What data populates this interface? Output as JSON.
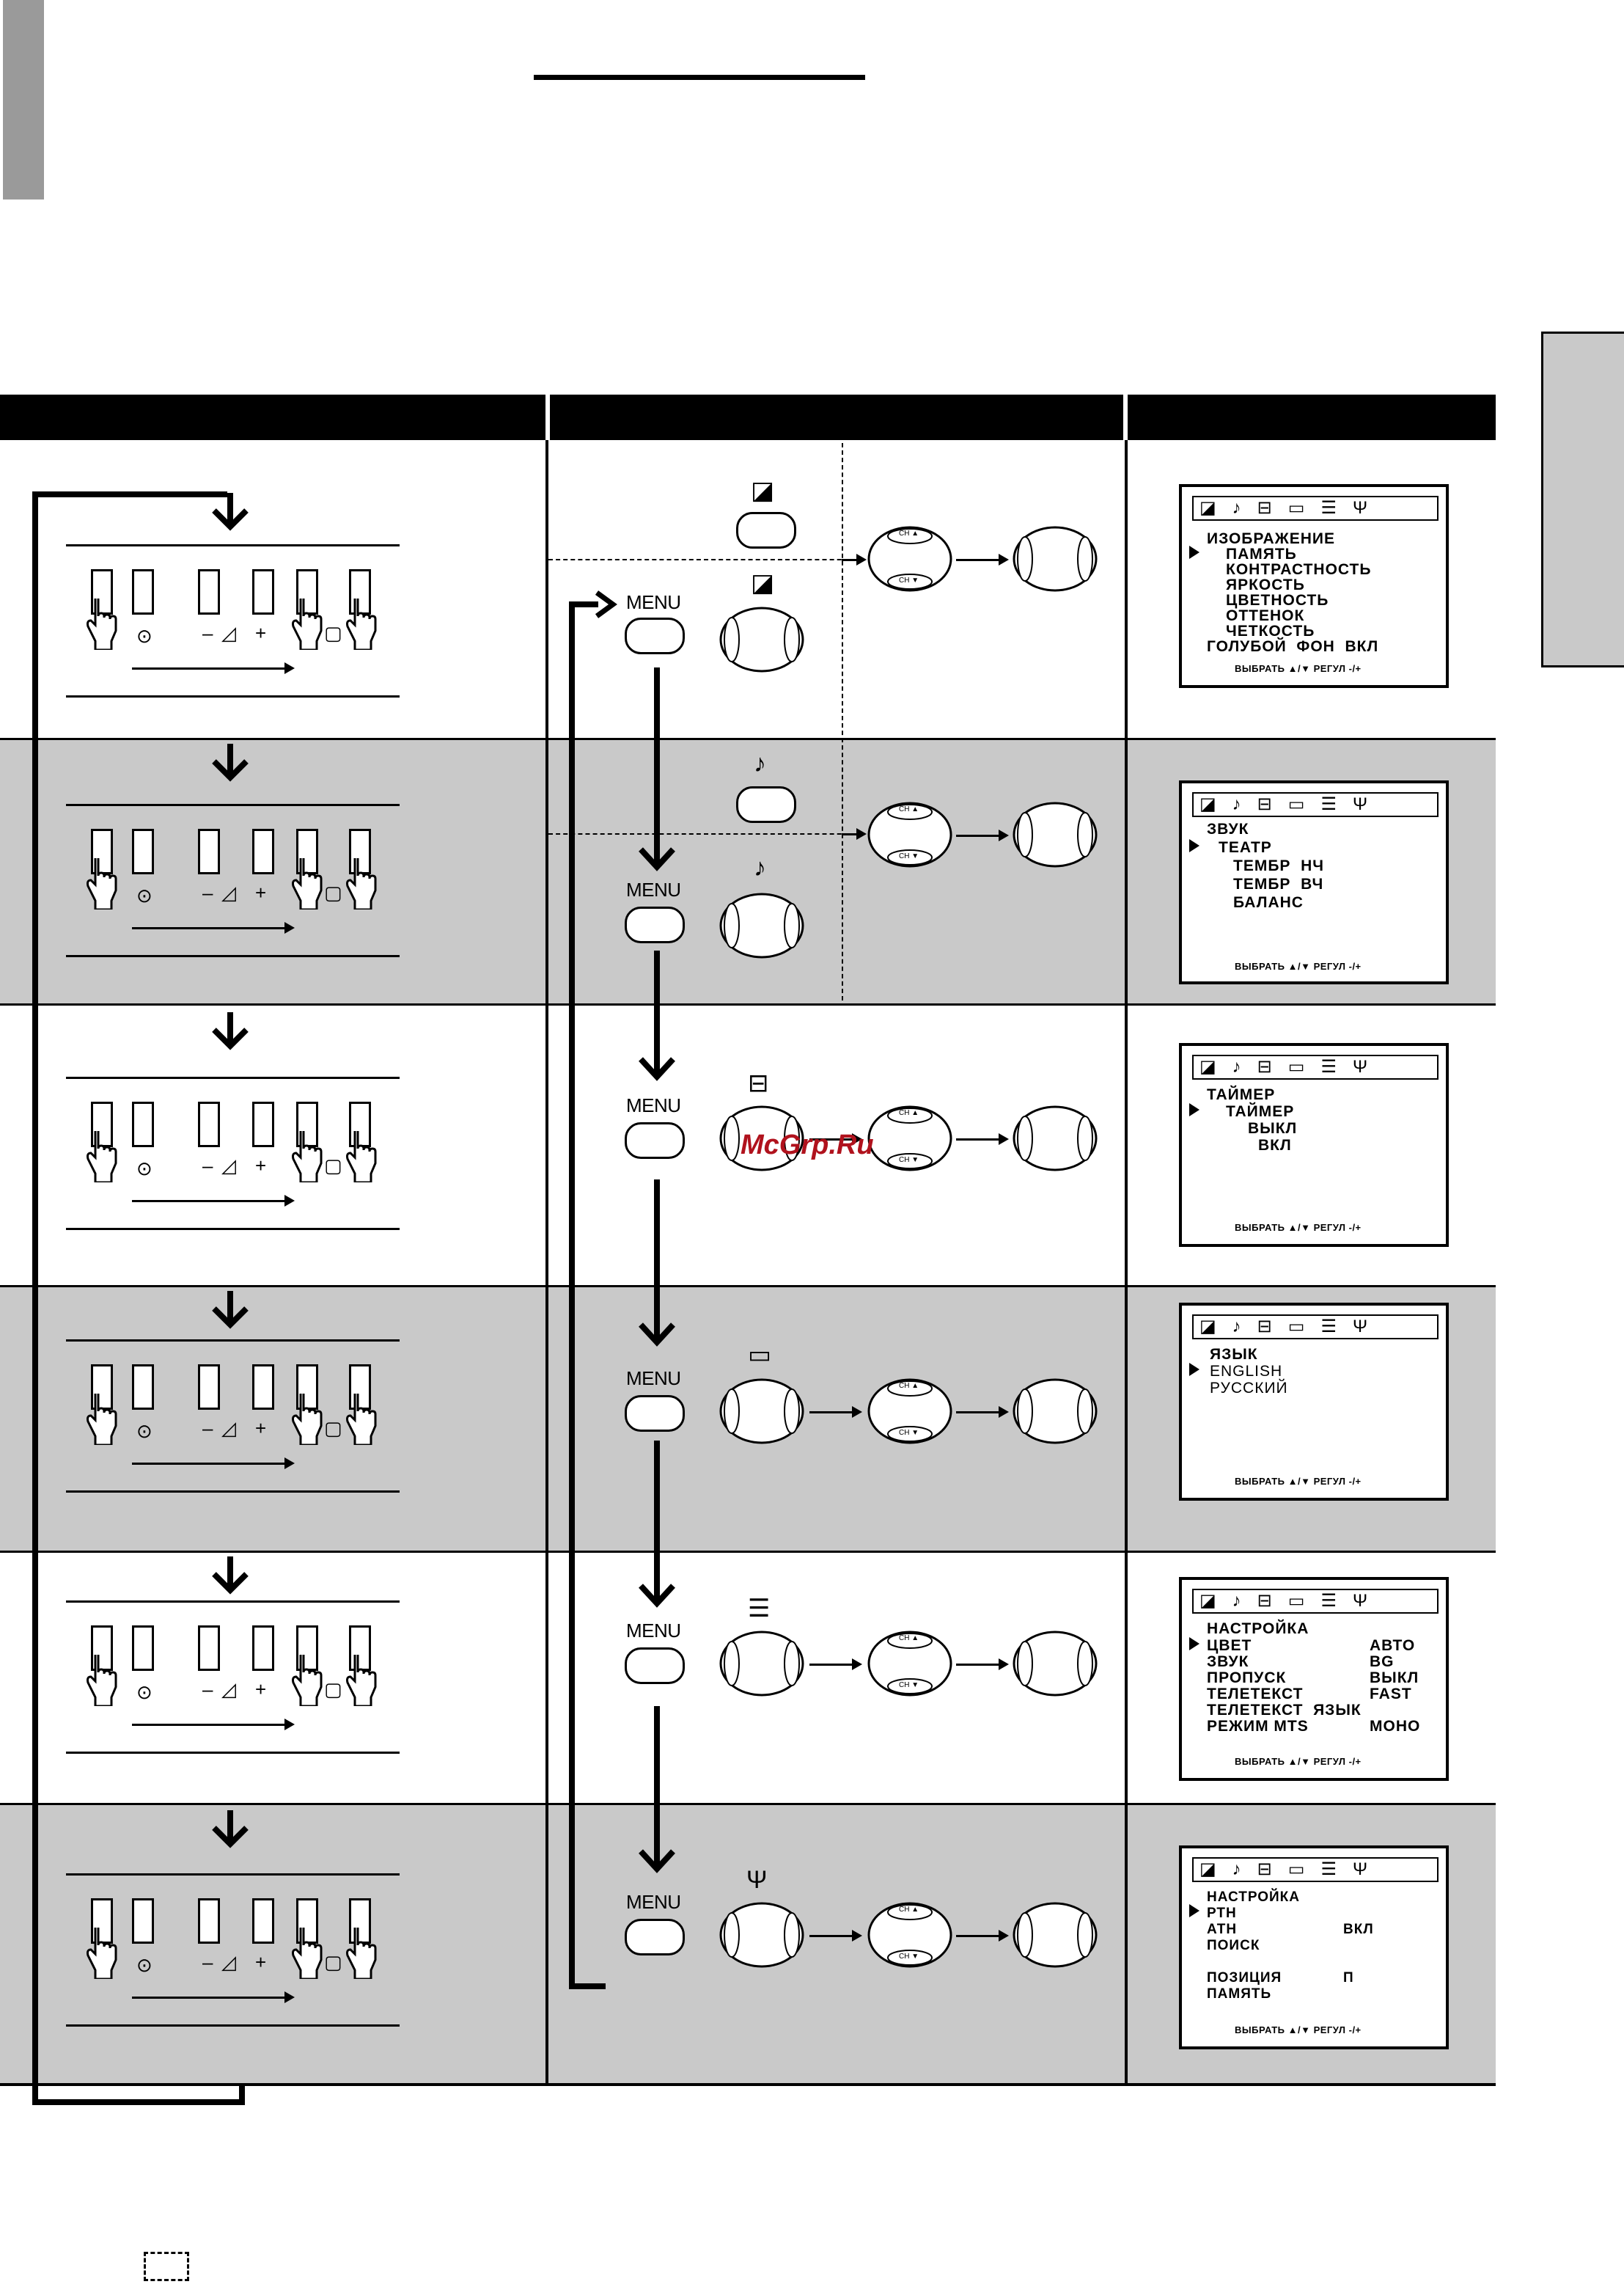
{
  "menu_label": "MENU",
  "ch_up": "CH ▲",
  "ch_down": "CH ▼",
  "panel_minus": "–",
  "panel_plus": "+",
  "osd_footer": "ВЫБРАТЬ ▲/▼   РЕГУЛ -/+",
  "watermark": "McGrp.Ru",
  "screens": [
    {
      "lines": [
        "ИЗОБРАЖЕНИЕ",
        "ПАМЯТЬ",
        "КОНТРАСТНОСТЬ",
        "ЯРКОСТЬ",
        "ЦВЕТНОСТЬ",
        "ОТТЕНОК",
        "ЧЕТКОСТЬ",
        "ГОЛУБОЙ  ФОН  ВКЛ"
      ]
    },
    {
      "lines": [
        "ЗВУК",
        "ТЕАТР",
        "ТЕМБР  НЧ",
        "ТЕМБР  ВЧ",
        "БАЛАНС"
      ]
    },
    {
      "lines": [
        "ТАЙМЕР",
        "ТАЙМЕР",
        "ВЫКЛ",
        "ВКЛ"
      ]
    },
    {
      "lines": [
        "ЯЗЫК",
        "ENGLISH",
        "РУССКИЙ"
      ]
    },
    {
      "lines": [
        "НАСТРОЙКА",
        "ЦВЕТ",
        "ЗВУК",
        "ПРОПУСК",
        "ТЕЛЕТЕКСТ",
        "ТЕЛЕТЕКСТ  ЯЗЫК",
        "РЕЖИМ MTS"
      ],
      "values": [
        "АВТО",
        "BG",
        "ВЫКЛ",
        "FAST",
        "",
        "МОНО"
      ]
    },
    {
      "lines": [
        "НАСТРОЙКА",
        "РТН",
        "АТН",
        "ПОИСК",
        "ПОЗИЦИЯ",
        "ПАМЯТЬ"
      ],
      "values": [
        "ВКЛ",
        "П"
      ]
    }
  ]
}
